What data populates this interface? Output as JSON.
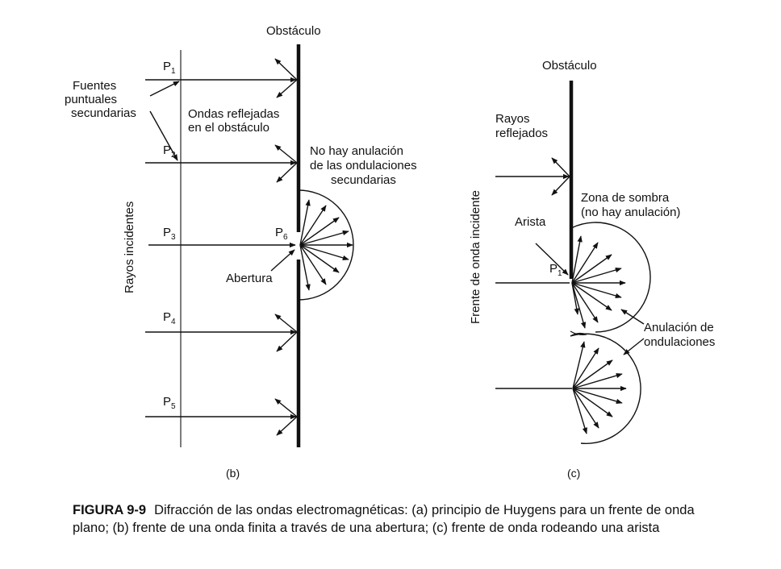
{
  "diagram_b": {
    "obstacle_label": "Obstáculo",
    "secondary_sources_label": [
      "Fuentes",
      "puntuales",
      "secundarias"
    ],
    "reflected_waves_label": [
      "Ondas reflejadas",
      "en el obstáculo"
    ],
    "no_cancellation_label": [
      "No hay anulación",
      "de las ondulaciones",
      "secundarias"
    ],
    "incident_rays_label": "Rayos incidentes",
    "aperture_label": "Abertura",
    "points": [
      {
        "base": "P",
        "sub": "1"
      },
      {
        "base": "P",
        "sub": "2"
      },
      {
        "base": "P",
        "sub": "3"
      },
      {
        "base": "P",
        "sub": "4"
      },
      {
        "base": "P",
        "sub": "5"
      },
      {
        "base": "P",
        "sub": "6"
      }
    ],
    "panel_label": "(b)"
  },
  "diagram_c": {
    "obstacle_label": "Obstáculo",
    "reflected_rays_label": [
      "Rayos",
      "reflejados"
    ],
    "shadow_zone_label": [
      "Zona de sombra",
      "(no hay anulación)"
    ],
    "edge_label": "Arista",
    "point": {
      "base": "P",
      "sub": "1"
    },
    "incident_front_label": "Frente de onda incidente",
    "cancellation_label": [
      "Anulación de",
      "ondulaciones"
    ],
    "panel_label": "(c)"
  },
  "caption": {
    "number": "FIGURA 9-9",
    "text": "Difracción de las ondas electromagnéticas: (a) principio de Huygens para un frente de onda plano; (b) frente de una onda finita a través de una abertura; (c) frente de onda rodeando una arista"
  }
}
